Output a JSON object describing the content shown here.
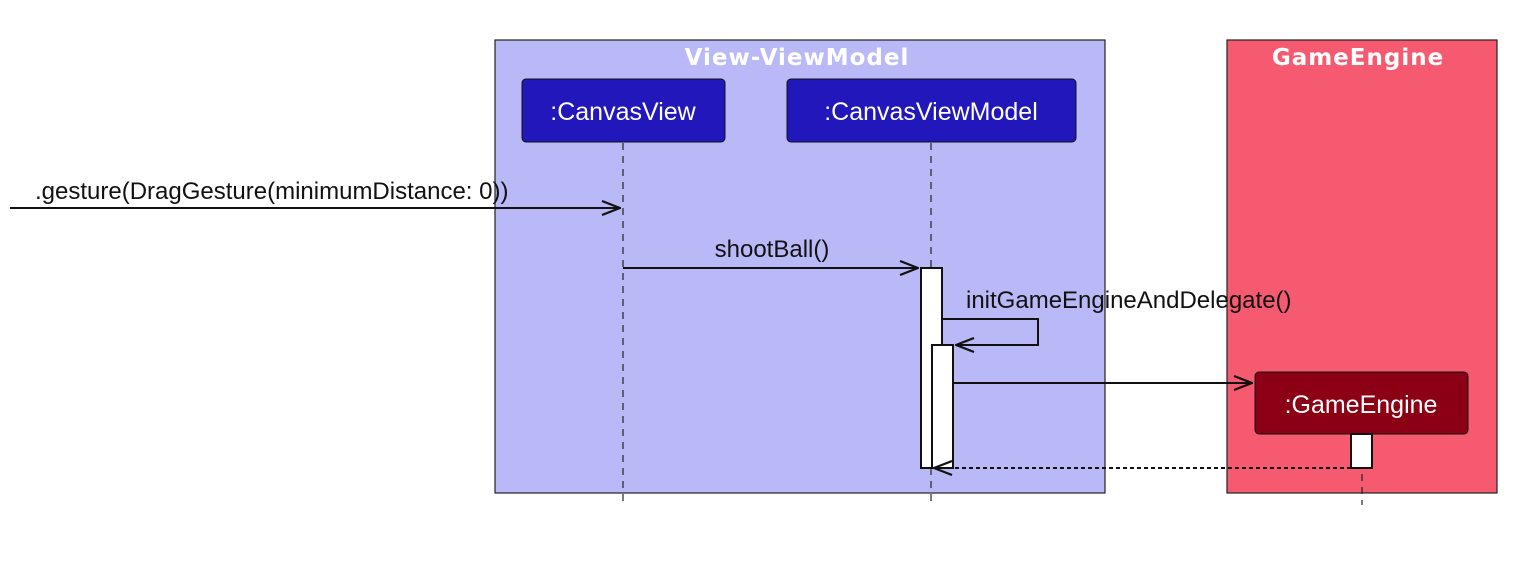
{
  "diagram": {
    "type": "sequence",
    "colors": {
      "view_box_fill": "#BAB9F8",
      "engine_box_fill": "#F55A70",
      "view_participant_fill": "#2117BB",
      "engine_participant_fill": "#8B0014",
      "activation_fill": "#FFFFFF"
    },
    "boxes": [
      {
        "title": "View-ViewModel"
      },
      {
        "title": "GameEngine"
      }
    ],
    "participants": [
      {
        "label": ":CanvasView"
      },
      {
        "label": ":CanvasViewModel"
      },
      {
        "label": ":GameEngine"
      }
    ],
    "messages": [
      {
        "label": ".gesture(DragGesture(minimumDistance: 0))",
        "from": "external",
        "to": ":CanvasView",
        "style": "solid"
      },
      {
        "label": "shootBall()",
        "from": ":CanvasView",
        "to": ":CanvasViewModel",
        "style": "solid"
      },
      {
        "label": "initGameEngineAndDelegate()",
        "from": ":CanvasViewModel",
        "to": ":CanvasViewModel",
        "style": "solid"
      },
      {
        "label": "",
        "from": ":CanvasViewModel",
        "to": ":GameEngine",
        "style": "solid",
        "kind": "create"
      },
      {
        "label": "",
        "from": ":GameEngine",
        "to": ":CanvasViewModel",
        "style": "dashed",
        "kind": "return"
      }
    ]
  }
}
